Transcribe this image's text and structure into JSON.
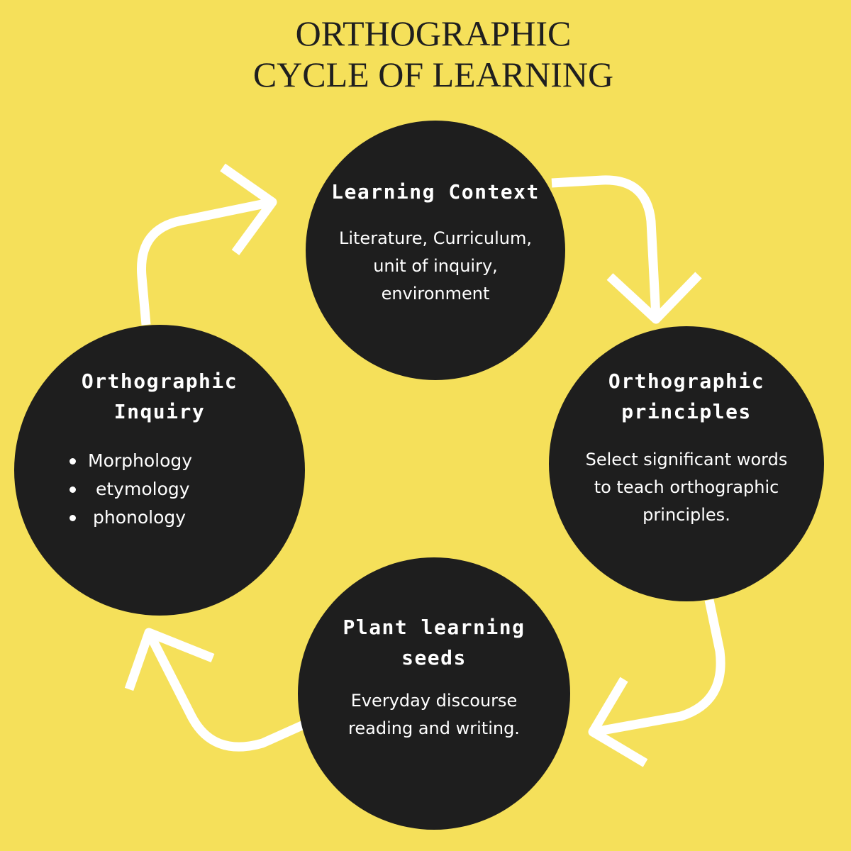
{
  "title": {
    "line1": "ORTHOGRAPHIC",
    "line2": "CYCLE OF LEARNING"
  },
  "colors": {
    "background": "#f5e05a",
    "circle": "#1e1e1e",
    "text": "#ffffff",
    "arrow": "#ffffff"
  },
  "nodes": {
    "learning_context": {
      "heading": "Learning Context",
      "body": [
        "Literature, Curriculum,",
        "unit of inquiry,",
        "environment"
      ]
    },
    "principles": {
      "heading_line1": "Orthographic",
      "heading_line2": "principles",
      "body": [
        "Select significant words",
        "to teach orthographic",
        "principles."
      ]
    },
    "plant_seeds": {
      "heading_line1": "Plant learning",
      "heading_line2": "seeds",
      "body": [
        "Everyday discourse",
        "reading and writing."
      ]
    },
    "inquiry": {
      "heading_line1": "Orthographic",
      "heading_line2": "Inquiry",
      "items": [
        "Morphology",
        "etymology",
        "phonology"
      ]
    }
  }
}
